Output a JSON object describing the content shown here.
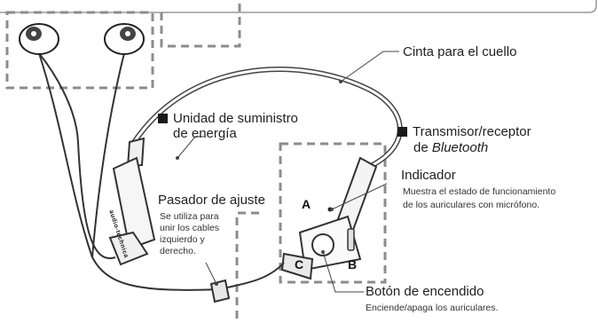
{
  "callouts": {
    "neck_band": "Cinta para el cuello",
    "power_unit_line1": "Unidad de suministro",
    "power_unit_line2": "de energía",
    "bt_line1": "Transmisor/receptor",
    "bt_line2_prefix": "de ",
    "bt_line2_italic": "Bluetooth",
    "indicator_title": "Indicador",
    "indicator_desc_line1": "Muestra el estado de funcionamiento",
    "indicator_desc_line2": "de los auriculares con micrófono.",
    "clip_title": "Pasador de ajuste",
    "clip_desc_line1": "Se utiliza para",
    "clip_desc_line2": "unir los cables",
    "clip_desc_line3": "izquierdo y",
    "clip_desc_line4": "derecho.",
    "power_button_title": "Botón de encendido",
    "power_button_desc": "Enciende/apaga los auriculares."
  },
  "part_letters": {
    "a": "A",
    "b": "B",
    "c": "C"
  },
  "brand_mark": "audio-technica"
}
